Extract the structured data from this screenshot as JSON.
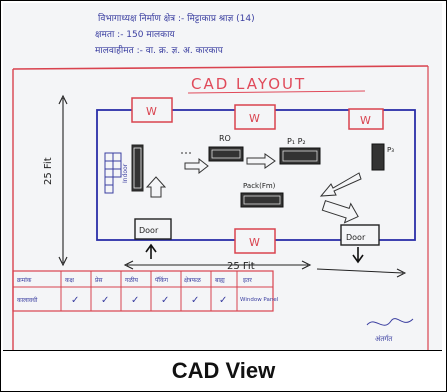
{
  "header": {
    "line1": "विभागाध्यक्ष निर्माण क्षेत्र :- मिट्टाकाप्र श्राज्ञ (14)",
    "line2": "क्षमता :- 150 मालकाय",
    "line3": "मालवाहीमत :- वा. क्र. ज्ञ. अ. कारकाप"
  },
  "layout": {
    "title": "CAD LAYOUT",
    "dim_vertical": "25 Fit",
    "dim_horizontal": "25 Fit",
    "labels": {
      "window": "W",
      "ro": "RO",
      "p1p2": "P₁ P₂",
      "p3": "P₃",
      "indoor": "Indoor",
      "packing": "Pack(Fm)",
      "door": "Door"
    }
  },
  "table": {
    "header": [
      "क्रमांक",
      "कक्ष",
      "प्रेस",
      "गळीय",
      "पॅकिंग",
      "क्षेत्रफळ",
      "बाह्य",
      "इतर"
    ],
    "row": [
      "कालावधी",
      "✓",
      "✓",
      "✓",
      "✓",
      "✓",
      "✓",
      "Window Panel"
    ]
  },
  "signature": "अंतर्गत",
  "caption": "CAD View"
}
